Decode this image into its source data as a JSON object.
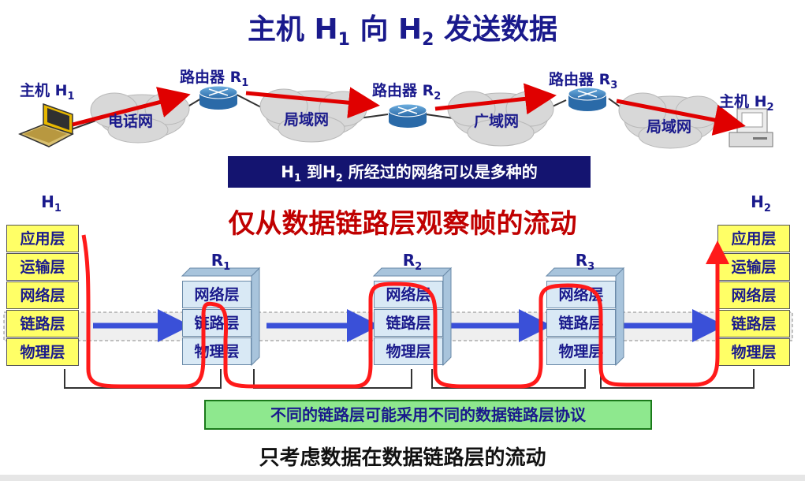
{
  "title": {
    "pre": "主机 H",
    "sub1": "1",
    "mid": " 向 H",
    "sub2": "2",
    "post": " 发送数据"
  },
  "network": {
    "host1": {
      "text": "主机 H",
      "sub": "1"
    },
    "host2": {
      "text": "主机 H",
      "sub": "2"
    },
    "routers": [
      {
        "text": "路由器 R",
        "sub": "1"
      },
      {
        "text": "路由器 R",
        "sub": "2"
      },
      {
        "text": "路由器 R",
        "sub": "3"
      }
    ],
    "clouds": [
      "电话网",
      "局域网",
      "广域网",
      "局域网"
    ],
    "note": {
      "p1": "H",
      "s1": "1",
      "p2": " 到H",
      "s2": "2",
      "p3": " 所经过的网络可以是多种的"
    }
  },
  "subtitle": "仅从数据链路层观察帧的流动",
  "stacks": {
    "h1_label": {
      "text": "H",
      "sub": "1"
    },
    "h2_label": {
      "text": "H",
      "sub": "2"
    },
    "host_layers": [
      "应用层",
      "运输层",
      "网络层",
      "链路层",
      "物理层"
    ],
    "router_labels": [
      {
        "text": "R",
        "sub": "1"
      },
      {
        "text": "R",
        "sub": "2"
      },
      {
        "text": "R",
        "sub": "3"
      }
    ],
    "router_layers": [
      "网络层",
      "链路层",
      "物理层"
    ]
  },
  "note_green": "不同的链路层可能采用不同的数据链路层协议",
  "bottom_caption": "只考虑数据在数据链路层的流动",
  "colors": {
    "title": "#1a1a8c",
    "red": "#c00000",
    "host_layer": "#ffff66",
    "router_layer": "#d9e9f5",
    "note_green": "#8ee88e",
    "note_dark": "#141470"
  }
}
